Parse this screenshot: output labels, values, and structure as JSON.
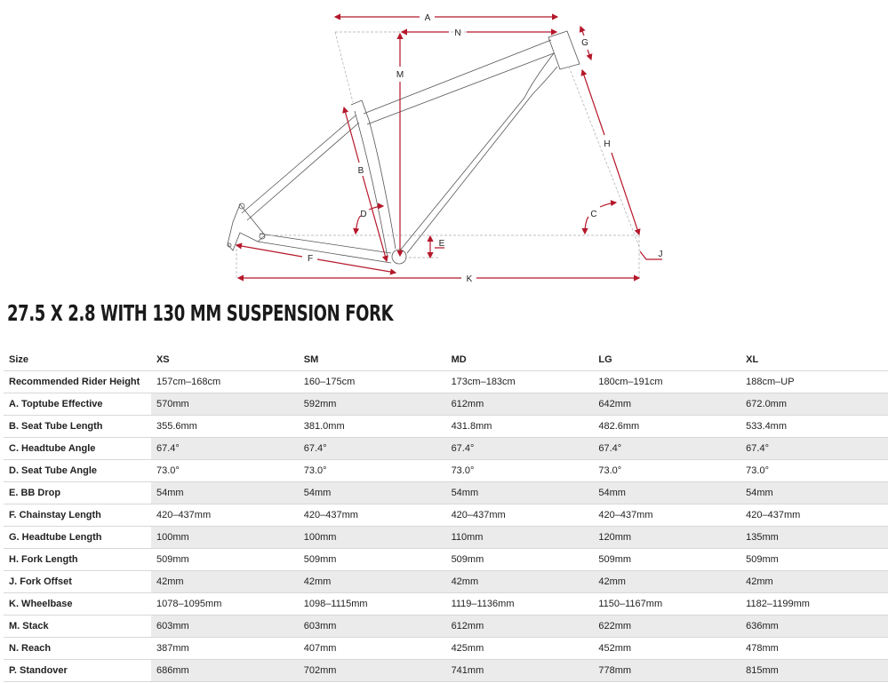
{
  "diagram": {
    "labels": {
      "A": "A",
      "N": "N",
      "M": "M",
      "G": "G",
      "H": "H",
      "B": "B",
      "D": "D",
      "C": "C",
      "E": "E",
      "J": "J",
      "F": "F",
      "K": "K"
    },
    "accent_color": "#b5182b"
  },
  "title": "27.5 X 2.8 WITH 130 MM SUSPENSION FORK",
  "table": {
    "headers": [
      "Size",
      "XS",
      "SM",
      "MD",
      "LG",
      "XL"
    ],
    "rows": [
      [
        "Recommended Rider Height",
        "157cm–168cm",
        "160–175cm",
        "173cm–183cm",
        "180cm–191cm",
        "188cm–UP"
      ],
      [
        "A. Toptube Effective",
        "570mm",
        "592mm",
        "612mm",
        "642mm",
        "672.0mm"
      ],
      [
        "B. Seat Tube Length",
        "355.6mm",
        "381.0mm",
        "431.8mm",
        "482.6mm",
        "533.4mm"
      ],
      [
        "C. Headtube Angle",
        "67.4°",
        "67.4°",
        "67.4°",
        "67.4°",
        "67.4°"
      ],
      [
        "D. Seat Tube Angle",
        "73.0°",
        "73.0°",
        "73.0°",
        "73.0°",
        "73.0°"
      ],
      [
        "E. BB Drop",
        "54mm",
        "54mm",
        "54mm",
        "54mm",
        "54mm"
      ],
      [
        "F. Chainstay Length",
        "420–437mm",
        "420–437mm",
        "420–437mm",
        "420–437mm",
        "420–437mm"
      ],
      [
        "G. Headtube Length",
        "100mm",
        "100mm",
        "110mm",
        "120mm",
        "135mm"
      ],
      [
        "H. Fork Length",
        "509mm",
        "509mm",
        "509mm",
        "509mm",
        "509mm"
      ],
      [
        "J. Fork Offset",
        "42mm",
        "42mm",
        "42mm",
        "42mm",
        "42mm"
      ],
      [
        "K. Wheelbase",
        "1078–1095mm",
        "1098–1115mm",
        "1119–1136mm",
        "1150–1167mm",
        "1182–1199mm"
      ],
      [
        "M. Stack",
        "603mm",
        "603mm",
        "612mm",
        "622mm",
        "636mm"
      ],
      [
        "N. Reach",
        "387mm",
        "407mm",
        "425mm",
        "452mm",
        "478mm"
      ],
      [
        "P. Standover",
        "686mm",
        "702mm",
        "741mm",
        "778mm",
        "815mm"
      ]
    ]
  }
}
